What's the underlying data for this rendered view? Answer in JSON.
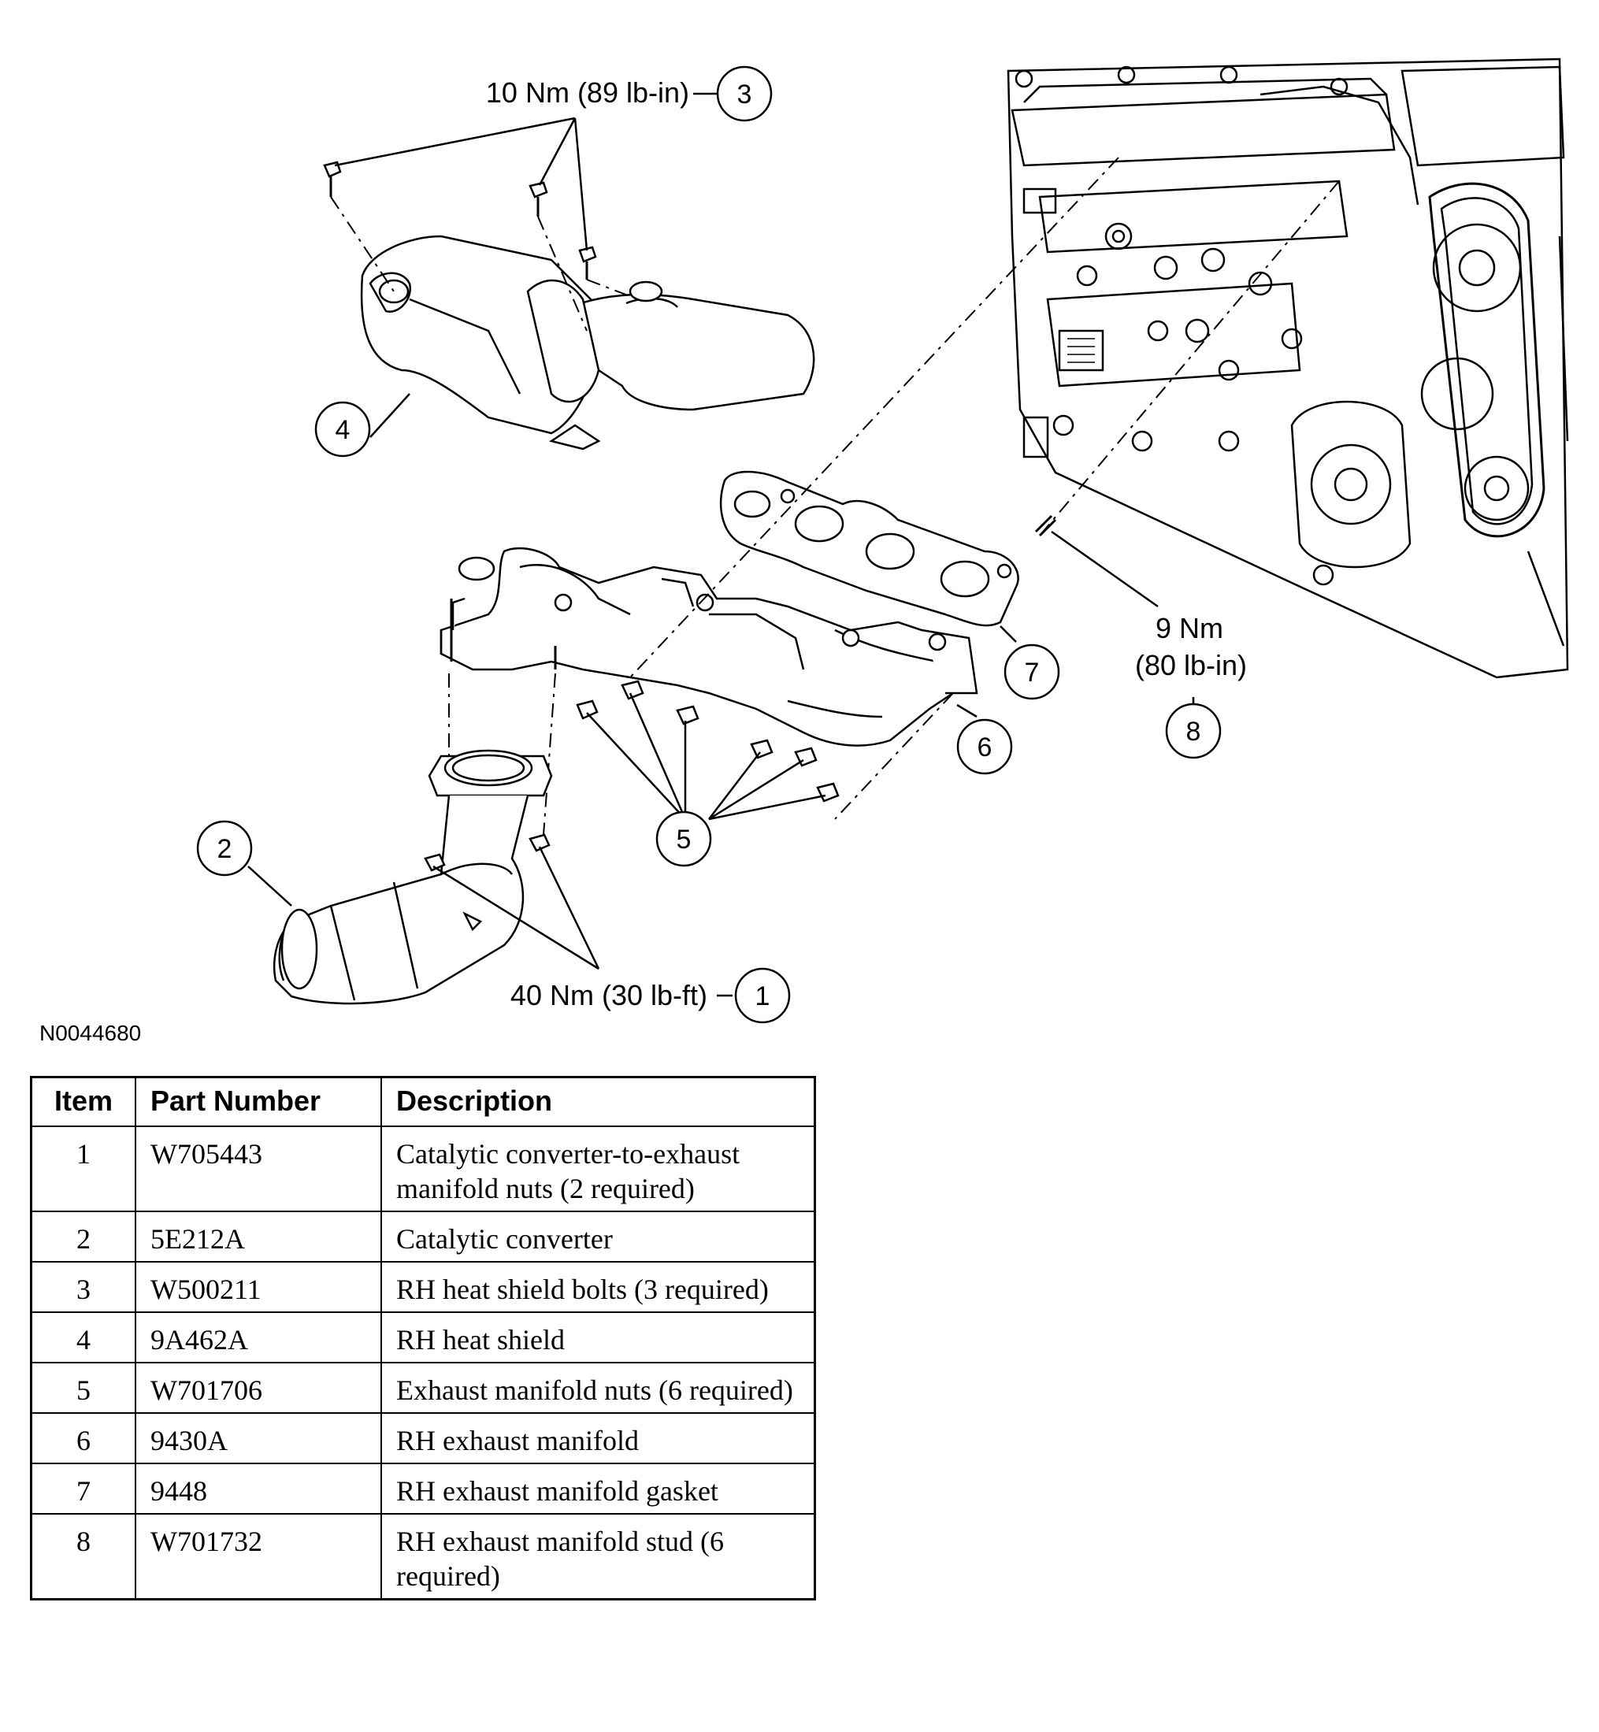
{
  "figure": {
    "id": "N0044680",
    "callouts": [
      {
        "number": "1",
        "torque": "40 Nm (30 lb-ft)"
      },
      {
        "number": "2"
      },
      {
        "number": "3",
        "torque": "10 Nm (89 lb-in)"
      },
      {
        "number": "4"
      },
      {
        "number": "5"
      },
      {
        "number": "6"
      },
      {
        "number": "7"
      },
      {
        "number": "8",
        "torque_line1": "9 Nm",
        "torque_line2": "(80 lb-in)"
      }
    ]
  },
  "table": {
    "headers": {
      "item": "Item",
      "part_number": "Part Number",
      "description": "Description"
    },
    "rows": [
      {
        "item": "1",
        "part_number": "W705443",
        "description": "Catalytic converter-to-exhaust manifold nuts (2 required)"
      },
      {
        "item": "2",
        "part_number": "5E212A",
        "description": "Catalytic converter"
      },
      {
        "item": "3",
        "part_number": "W500211",
        "description": "RH heat shield bolts (3 required)"
      },
      {
        "item": "4",
        "part_number": "9A462A",
        "description": "RH heat shield"
      },
      {
        "item": "5",
        "part_number": "W701706",
        "description": "Exhaust manifold nuts (6 required)"
      },
      {
        "item": "6",
        "part_number": "9430A",
        "description": "RH exhaust manifold"
      },
      {
        "item": "7",
        "part_number": "9448",
        "description": "RH exhaust manifold gasket"
      },
      {
        "item": "8",
        "part_number": "W701732",
        "description": "RH exhaust manifold stud (6 required)"
      }
    ]
  }
}
